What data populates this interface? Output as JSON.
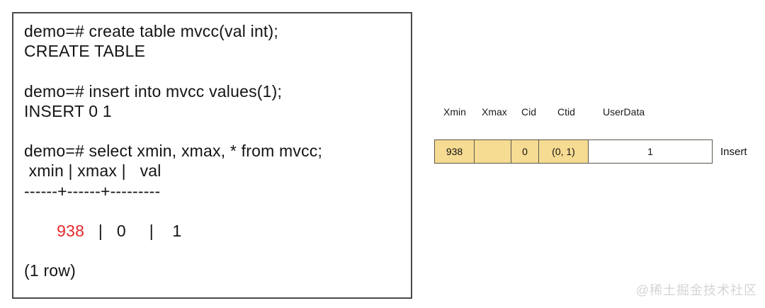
{
  "terminal": {
    "lines": [
      "demo=# create table mvcc(val int);",
      "CREATE TABLE",
      "",
      "demo=# insert into mvcc values(1);",
      "INSERT 0 1",
      "",
      "demo=# select xmin, xmax, * from mvcc;",
      " xmin | xmax |   val",
      "------+------+---------"
    ],
    "result_line": {
      "prefix": " ",
      "highlight": "938",
      "suffix": "   |   0     |    1"
    },
    "footer_line": "(1 row)"
  },
  "diagram": {
    "headers": [
      "Xmin",
      "Xmax",
      "Cid",
      "Ctid",
      "UserData"
    ],
    "row": {
      "xmin": "938",
      "xmax": "",
      "cid": "0",
      "ctid": "(0, 1)",
      "userdata": "1"
    },
    "action_label": "Insert",
    "colors": {
      "cell_fill": "#F6DB92",
      "cell_border": "#5C574D",
      "highlight_red": "#E5292C"
    }
  },
  "watermark": "@稀土掘金技术社区"
}
